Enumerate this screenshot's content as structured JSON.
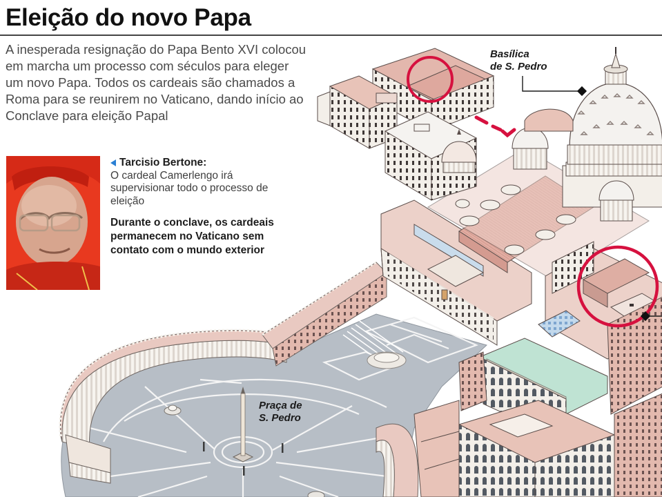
{
  "header": {
    "title": "Eleição do novo Papa"
  },
  "intro": {
    "text": "A inesperada resignação do Papa Bento XVI colocou em marcha um processo com séculos para eleger um novo Papa. Todos os cardeais são chamados a Roma para se reunirem no Vaticano, dando início ao Conclave para eleição Papal"
  },
  "profile": {
    "name": "Tarcisio Bertone:",
    "description": "O cardeal Camerlengo irá supervisionar todo o processo de eleição",
    "note": "Durante o conclave, os cardeais permanecem no Vaticano sem contato com o mundo exterior",
    "arrow_color": "#2a7fd4",
    "photo_bg": "#e8391f"
  },
  "map": {
    "labels": {
      "basilica_line1": "Basílica",
      "basilica_line2": "de S. Pedro",
      "praca_line1": "Praça de",
      "praca_line2": "S. Pedro"
    },
    "colors": {
      "highlight_ring": "#d6113f",
      "roof_pink": "#e8c3b8",
      "wall_cream": "#f3efe9",
      "square_gray": "#b7bec6",
      "outline": "#5a4d4a",
      "glass_blue": "#c3d9ec",
      "mint": "#bfe3d3"
    }
  }
}
